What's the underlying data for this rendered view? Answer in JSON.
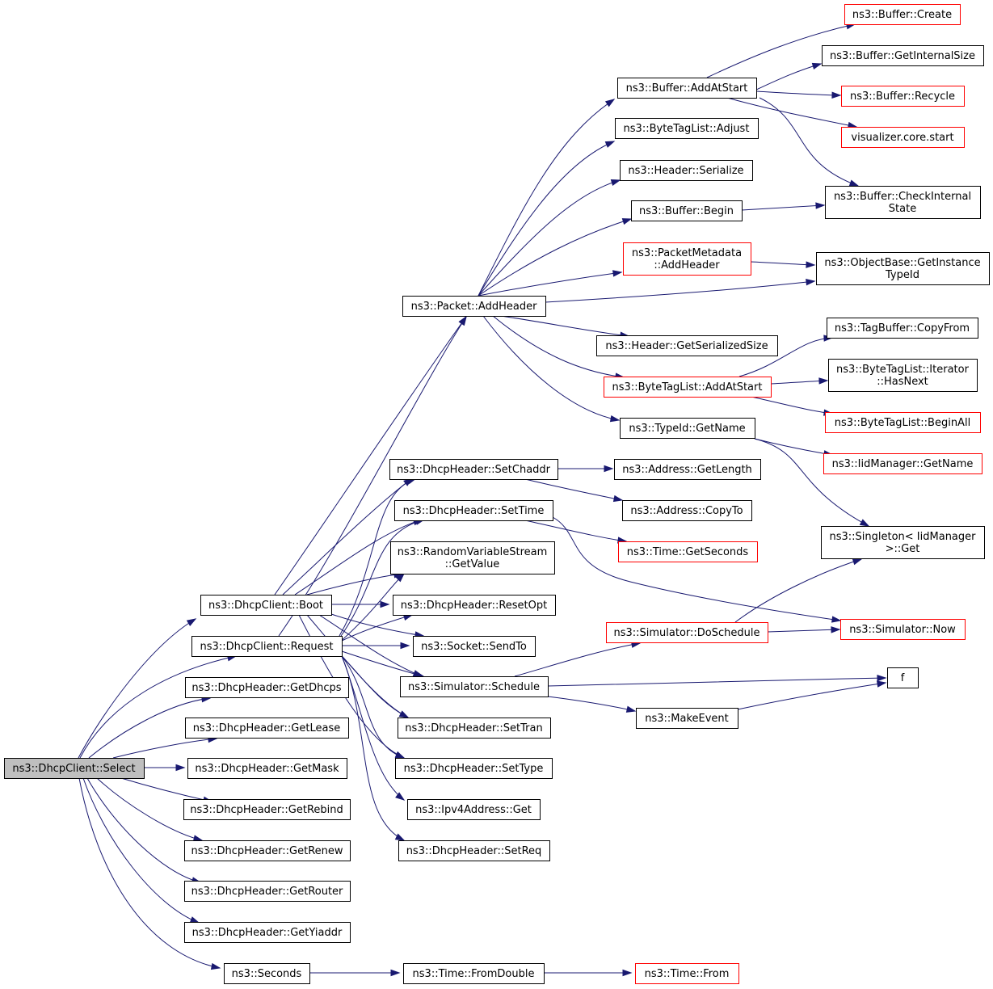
{
  "colors": {
    "edge": "#191970",
    "box_border": "#000000",
    "box_border_truncated": "#ff0000",
    "root_fill": "#bfbfbf",
    "background": "#ffffff"
  },
  "nodes": [
    {
      "id": "select",
      "lines": [
        "ns3::DhcpClient::Select"
      ],
      "style": "root"
    },
    {
      "id": "boot",
      "lines": [
        "ns3::DhcpClient::Boot"
      ],
      "style": "normal"
    },
    {
      "id": "request",
      "lines": [
        "ns3::DhcpClient::Request"
      ],
      "style": "normal"
    },
    {
      "id": "getdhcps",
      "lines": [
        "ns3::DhcpHeader::GetDhcps"
      ],
      "style": "normal"
    },
    {
      "id": "getlease",
      "lines": [
        "ns3::DhcpHeader::GetLease"
      ],
      "style": "normal"
    },
    {
      "id": "getmask",
      "lines": [
        "ns3::DhcpHeader::GetMask"
      ],
      "style": "normal"
    },
    {
      "id": "getrebind",
      "lines": [
        "ns3::DhcpHeader::GetRebind"
      ],
      "style": "normal"
    },
    {
      "id": "getrenew",
      "lines": [
        "ns3::DhcpHeader::GetRenew"
      ],
      "style": "normal"
    },
    {
      "id": "getrouter",
      "lines": [
        "ns3::DhcpHeader::GetRouter"
      ],
      "style": "normal"
    },
    {
      "id": "getyiaddr",
      "lines": [
        "ns3::DhcpHeader::GetYiaddr"
      ],
      "style": "normal"
    },
    {
      "id": "seconds",
      "lines": [
        "ns3::Seconds"
      ],
      "style": "normal"
    },
    {
      "id": "addheader",
      "lines": [
        "ns3::Packet::AddHeader"
      ],
      "style": "normal"
    },
    {
      "id": "setchaddr",
      "lines": [
        "ns3::DhcpHeader::SetChaddr"
      ],
      "style": "normal"
    },
    {
      "id": "settime",
      "lines": [
        "ns3::DhcpHeader::SetTime"
      ],
      "style": "normal"
    },
    {
      "id": "getvalue",
      "lines": [
        "ns3::RandomVariableStream",
        "::GetValue"
      ],
      "style": "normal"
    },
    {
      "id": "resetopt",
      "lines": [
        "ns3::DhcpHeader::ResetOpt"
      ],
      "style": "normal"
    },
    {
      "id": "sendto",
      "lines": [
        "ns3::Socket::SendTo"
      ],
      "style": "normal"
    },
    {
      "id": "schedule",
      "lines": [
        "ns3::Simulator::Schedule"
      ],
      "style": "normal"
    },
    {
      "id": "settran",
      "lines": [
        "ns3::DhcpHeader::SetTran"
      ],
      "style": "normal"
    },
    {
      "id": "settype",
      "lines": [
        "ns3::DhcpHeader::SetType"
      ],
      "style": "normal"
    },
    {
      "id": "ipv4get",
      "lines": [
        "ns3::Ipv4Address::Get"
      ],
      "style": "normal"
    },
    {
      "id": "setreq",
      "lines": [
        "ns3::DhcpHeader::SetReq"
      ],
      "style": "normal"
    },
    {
      "id": "fromdouble",
      "lines": [
        "ns3::Time::FromDouble"
      ],
      "style": "normal"
    },
    {
      "id": "bufaddatstart",
      "lines": [
        "ns3::Buffer::AddAtStart"
      ],
      "style": "normal"
    },
    {
      "id": "btladjust",
      "lines": [
        "ns3::ByteTagList::Adjust"
      ],
      "style": "normal"
    },
    {
      "id": "hdrserialize",
      "lines": [
        "ns3::Header::Serialize"
      ],
      "style": "normal"
    },
    {
      "id": "bufbegin",
      "lines": [
        "ns3::Buffer::Begin"
      ],
      "style": "normal"
    },
    {
      "id": "pmaddheader",
      "lines": [
        "ns3::PacketMetadata",
        "::AddHeader"
      ],
      "style": "red"
    },
    {
      "id": "getserialsize",
      "lines": [
        "ns3::Header::GetSerializedSize"
      ],
      "style": "normal"
    },
    {
      "id": "btladdatstart",
      "lines": [
        "ns3::ByteTagList::AddAtStart"
      ],
      "style": "red"
    },
    {
      "id": "typeidgetname",
      "lines": [
        "ns3::TypeId::GetName"
      ],
      "style": "normal"
    },
    {
      "id": "addrgetlength",
      "lines": [
        "ns3::Address::GetLength"
      ],
      "style": "normal"
    },
    {
      "id": "addrcopyto",
      "lines": [
        "ns3::Address::CopyTo"
      ],
      "style": "normal"
    },
    {
      "id": "timegetseconds",
      "lines": [
        "ns3::Time::GetSeconds"
      ],
      "style": "red"
    },
    {
      "id": "doschedule",
      "lines": [
        "ns3::Simulator::DoSchedule"
      ],
      "style": "red"
    },
    {
      "id": "makeevent",
      "lines": [
        "ns3::MakeEvent"
      ],
      "style": "normal"
    },
    {
      "id": "timefrom",
      "lines": [
        "ns3::Time::From"
      ],
      "style": "red"
    },
    {
      "id": "bufcreate",
      "lines": [
        "ns3::Buffer::Create"
      ],
      "style": "red"
    },
    {
      "id": "bufgetinternalsize",
      "lines": [
        "ns3::Buffer::GetInternalSize"
      ],
      "style": "normal"
    },
    {
      "id": "bufrecycle",
      "lines": [
        "ns3::Buffer::Recycle"
      ],
      "style": "red"
    },
    {
      "id": "vizstart",
      "lines": [
        "visualizer.core.start"
      ],
      "style": "red"
    },
    {
      "id": "bufcheckinternal",
      "lines": [
        "ns3::Buffer::CheckInternal",
        "State"
      ],
      "style": "normal"
    },
    {
      "id": "getinstancetypeid",
      "lines": [
        "ns3::ObjectBase::GetInstance",
        "TypeId"
      ],
      "style": "normal"
    },
    {
      "id": "tagbufcopyfrom",
      "lines": [
        "ns3::TagBuffer::CopyFrom"
      ],
      "style": "normal"
    },
    {
      "id": "btliterhasnext",
      "lines": [
        "ns3::ByteTagList::Iterator",
        "::HasNext"
      ],
      "style": "normal"
    },
    {
      "id": "btlbeginall",
      "lines": [
        "ns3::ByteTagList::BeginAll"
      ],
      "style": "red"
    },
    {
      "id": "iidgetname",
      "lines": [
        "ns3::IidManager::GetName"
      ],
      "style": "red"
    },
    {
      "id": "singletonget",
      "lines": [
        "ns3::Singleton< IidManager",
        " >::Get"
      ],
      "style": "normal"
    },
    {
      "id": "simnow",
      "lines": [
        "ns3::Simulator::Now"
      ],
      "style": "red"
    },
    {
      "id": "f",
      "lines": [
        "f"
      ],
      "style": "normal"
    }
  ]
}
